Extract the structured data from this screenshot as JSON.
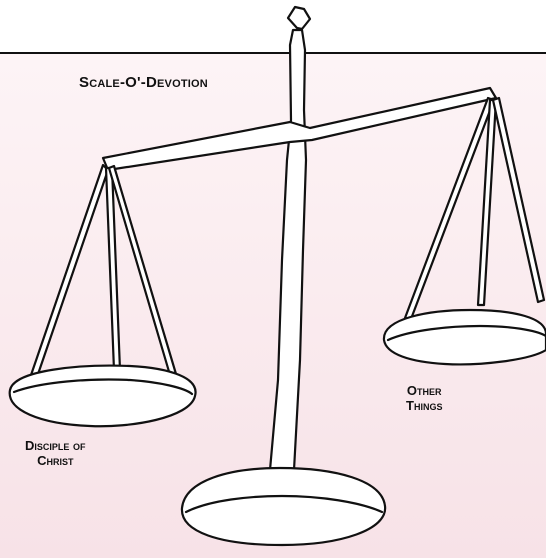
{
  "title": "Scale-O'-Devotion",
  "left_pan": {
    "line1": "Disciple of",
    "line2": "Christ"
  },
  "right_pan": {
    "line1": "Other",
    "line2": "Things"
  },
  "colors": {
    "background": "#f9e8ec",
    "outline": "#111111",
    "fill": "#ffffff"
  }
}
